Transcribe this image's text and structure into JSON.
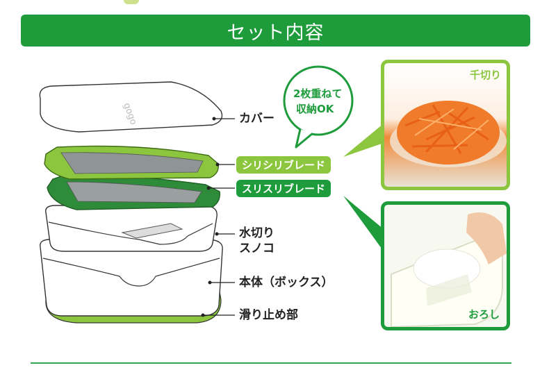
{
  "title": "セット内容",
  "callout": {
    "line1": "2枚重ねて",
    "line2": "収納OK"
  },
  "parts": {
    "cover": "カバー",
    "shred_blade": "シリシリブレード",
    "grate_blade": "スリスリブレード",
    "colander_line1": "水切り",
    "colander_line2": "スノコ",
    "box": "本体（ボックス）",
    "nonslip": "滑り止め部"
  },
  "photos": {
    "shredded": "千切り",
    "grated": "おろし"
  },
  "colors": {
    "green": "#1e9c3b",
    "lime": "#8cc63f",
    "dark_green": "#2e7d32"
  }
}
